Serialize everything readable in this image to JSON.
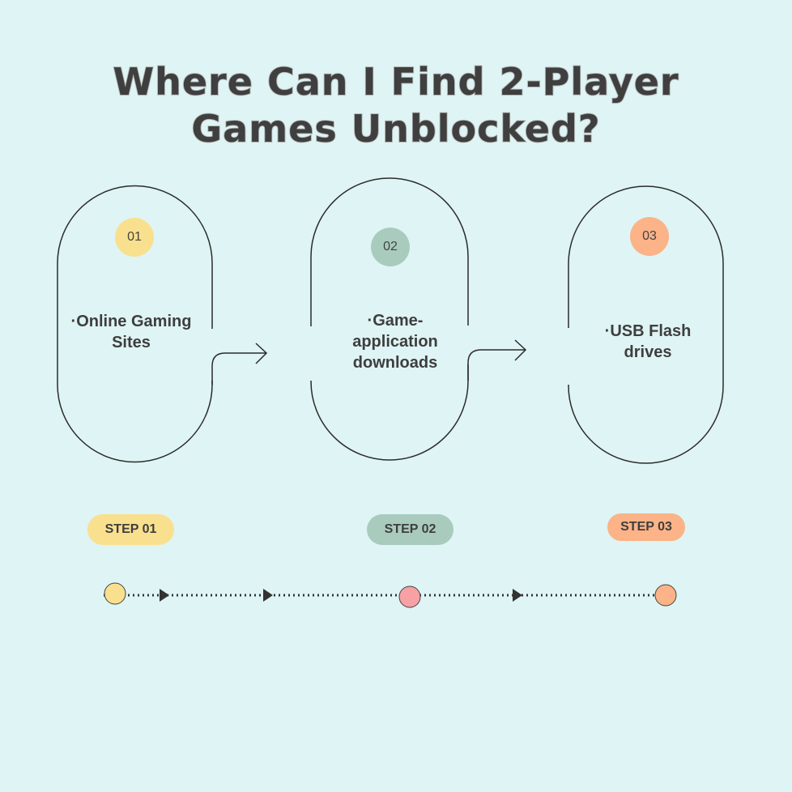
{
  "title": {
    "line1": "Where Can I Find 2-Player",
    "line2": "Games Unblocked?"
  },
  "steps": [
    {
      "number": "01",
      "label_line1": "·Online Gaming",
      "label_line2": "Sites",
      "pill": "STEP 01",
      "color": "#f9e08e"
    },
    {
      "number": "02",
      "label_line1": "·Game-",
      "label_line2": "application",
      "label_line3": "downloads",
      "pill": "STEP 02",
      "color": "#a9cbbd"
    },
    {
      "number": "03",
      "label_line1": "·USB Flash",
      "label_line2": "drives",
      "pill": "STEP 03",
      "color": "#fbb387"
    }
  ],
  "timeline_colors": [
    "#f9e08e",
    "#f7a1a4",
    "#fbb387"
  ]
}
